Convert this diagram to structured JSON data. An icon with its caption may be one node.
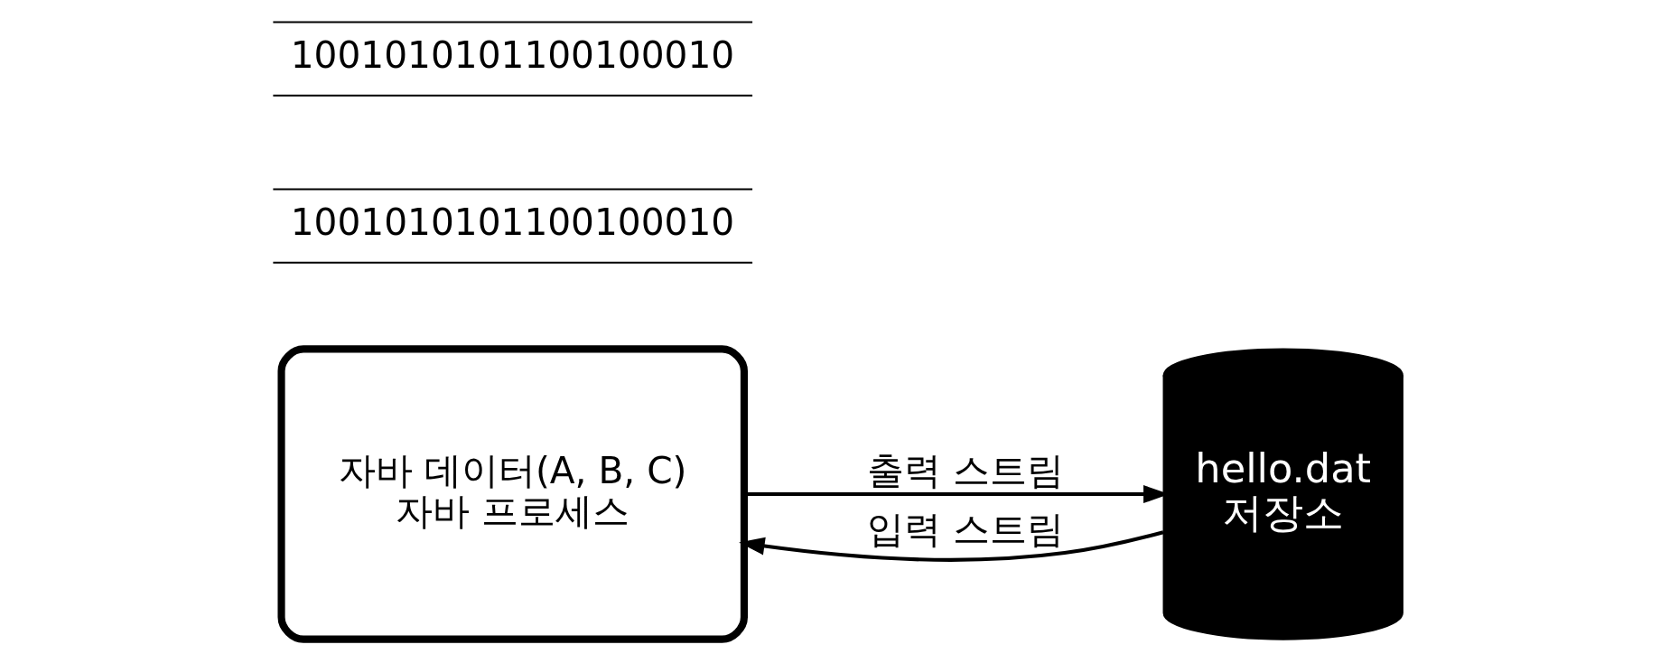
{
  "diagram": {
    "nodes": [
      {
        "text": [
          "자바 데이터(A, B, C)",
          "자바 프로세스"
        ]
      },
      {
        "text": [
          "hello.dat",
          "저장소"
        ]
      }
    ],
    "edges": [
      {
        "from": 0,
        "to": 1,
        "arrow": "to",
        "label": "출력 스트림"
      },
      {
        "from": 1,
        "to": 0,
        "arrow": "to",
        "label": "입력 스트림"
      }
    ],
    "labels": [
      "1001010101100100010",
      "1001010101100100010"
    ]
  }
}
